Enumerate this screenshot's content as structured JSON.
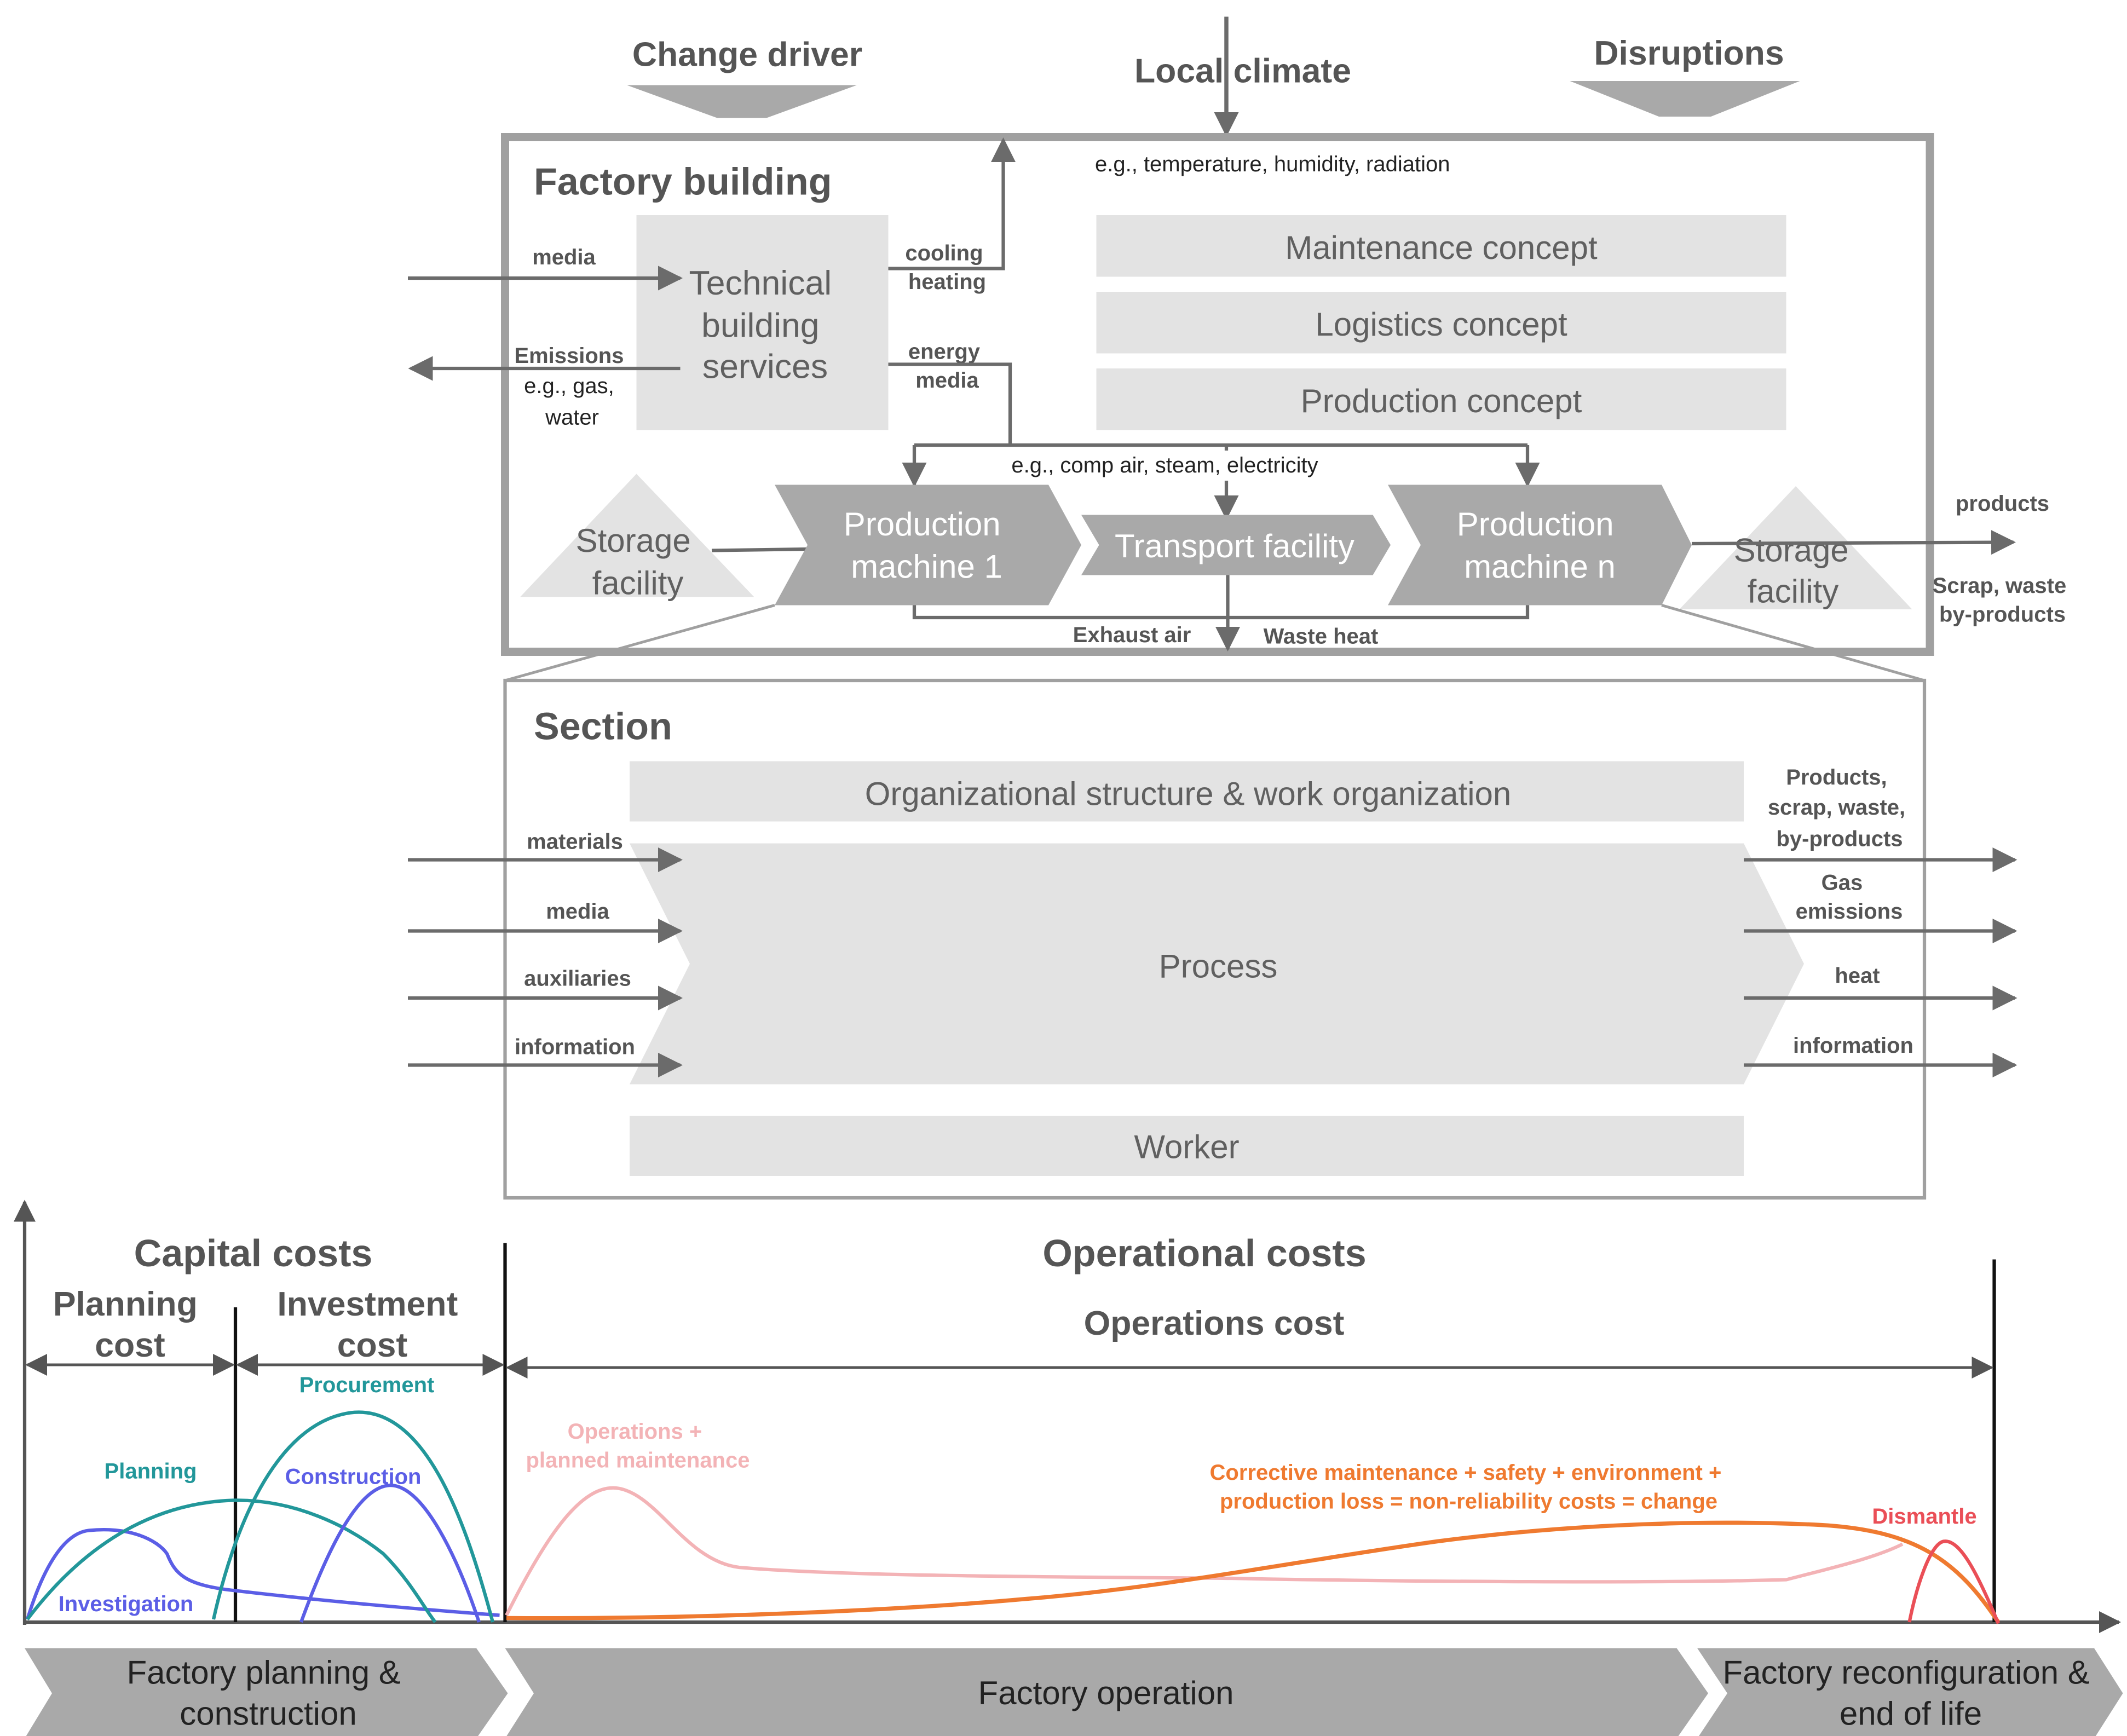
{
  "top_drivers": {
    "change_driver": "Change driver",
    "local_climate": "Local climate",
    "disruptions": "Disruptions",
    "climate_examples": "e.g., temperature, humidity, radiation"
  },
  "factory_building": {
    "title": "Factory building",
    "tbs": [
      "Technical",
      "building",
      "services"
    ],
    "concepts": [
      "Maintenance concept",
      "Logistics concept",
      "Production concept"
    ],
    "media_in": "media",
    "emissions": [
      "Emissions",
      "e.g., gas,",
      "water"
    ],
    "cooling_heating": [
      "cooling",
      "heating"
    ],
    "energy_media": [
      "energy",
      "media"
    ],
    "utilities": "e.g., comp air, steam, electricity",
    "storage_left": [
      "Storage",
      "facility"
    ],
    "machine_1": [
      "Production",
      "machine 1"
    ],
    "transport": "Transport facility",
    "machine_n": [
      "Production",
      "machine n"
    ],
    "storage_right": [
      "Storage",
      "facility"
    ],
    "products": "products",
    "scrap": [
      "Scrap, waste",
      "by-products"
    ],
    "exhaust_air": "Exhaust air",
    "waste_heat": "Waste heat"
  },
  "section": {
    "title": "Section",
    "org_structure": "Organizational structure & work organization",
    "process": "Process",
    "worker": "Worker",
    "inputs": [
      "materials",
      "media",
      "auxiliaries",
      "information"
    ],
    "outputs_products": [
      "Products,",
      "scrap, waste,",
      "by-products"
    ],
    "outputs_gas": [
      "Gas",
      "emissions"
    ],
    "outputs_heat": "heat",
    "outputs_info": "information"
  },
  "costs": {
    "capital_costs": "Capital costs",
    "planning_cost": [
      "Planning",
      "cost"
    ],
    "investment_cost": [
      "Investment",
      "cost"
    ],
    "operational_costs": "Operational costs",
    "operations_cost": "Operations cost",
    "curves": {
      "procurement": "Procurement",
      "planning": "Planning",
      "construction": "Construction",
      "investigation": "Investigation",
      "operations": [
        "Operations +",
        "planned maintenance"
      ],
      "corrective": [
        "Corrective maintenance + safety + environment +",
        "production loss = non-reliability costs = change"
      ],
      "dismantle": "Dismantle"
    }
  },
  "phases": {
    "planning_construction": [
      "Factory planning &",
      "construction"
    ],
    "operation": "Factory operation",
    "reconfiguration": [
      "Factory reconfiguration &",
      "end of life"
    ]
  },
  "colors": {
    "teal": "#22979a",
    "blue": "#5b5ee6",
    "pink": "#f3b3b6",
    "orange": "#ef7a30",
    "red": "#ea4f57",
    "gray_box": "#e3e3e3",
    "gray_shape": "#a9a9a9"
  }
}
